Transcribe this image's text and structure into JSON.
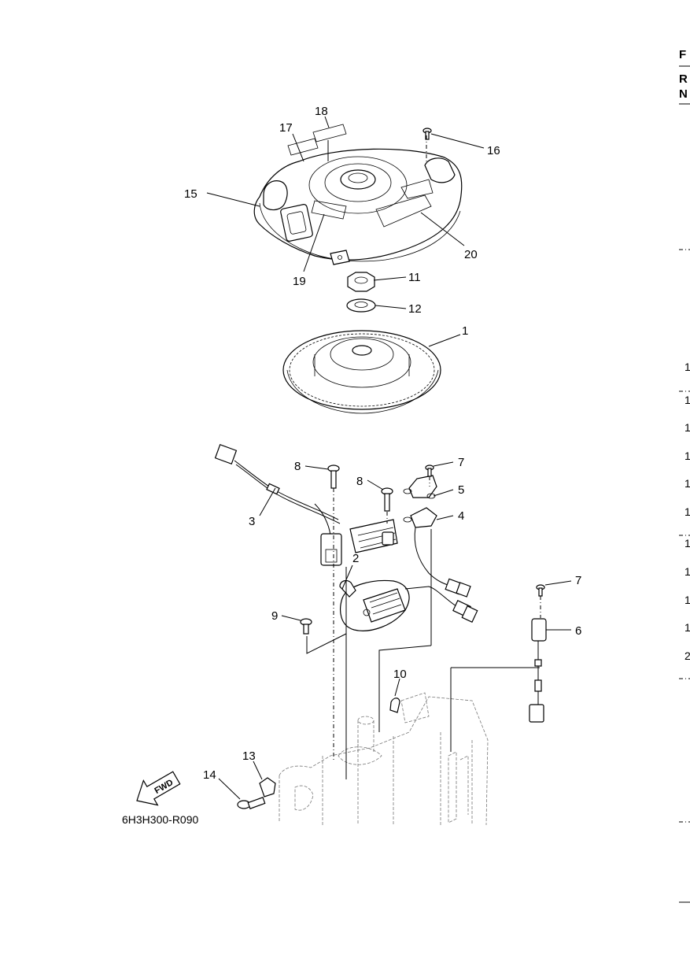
{
  "diagram": {
    "figure_code": "6H3H300-R090",
    "fwd_label": "FWD",
    "callouts": [
      "1",
      "2",
      "3",
      "4",
      "5",
      "6",
      "7",
      "7",
      "8",
      "8",
      "9",
      "10",
      "11",
      "12",
      "13",
      "14",
      "15",
      "16",
      "17",
      "18",
      "19",
      "20"
    ]
  },
  "right_edge": {
    "header_letters": [
      "F",
      "R",
      "N"
    ],
    "row_fragments": [
      "1",
      "1",
      "1",
      "1",
      "1",
      "1",
      "1",
      "1",
      "1",
      "1",
      "2"
    ]
  }
}
